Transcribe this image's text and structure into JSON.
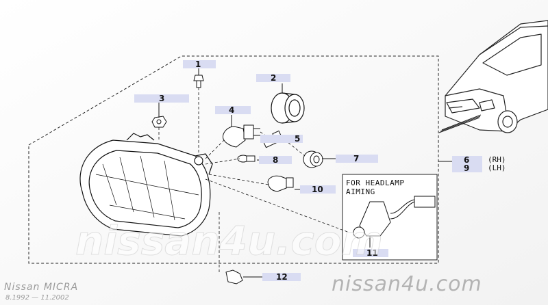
{
  "parts": {
    "p1": "1",
    "p2": "2",
    "p3": "3",
    "p4": "4",
    "p5": "5",
    "p6": "6",
    "p7": "7",
    "p8": "8",
    "p9": "9",
    "p10": "10",
    "p11": "11",
    "p12": "12"
  },
  "side": {
    "rh": "(RH)",
    "lh": "(LH)"
  },
  "aiming": {
    "line1": "FOR HEADLAMP",
    "line2": "AIMING"
  },
  "footer": {
    "model": "Nissan MICRA",
    "dates": "8.1992 — 11.2002",
    "site": "nissan4u.com"
  },
  "watermark": "nissan4u.com",
  "colors": {
    "callout": "#d9dcf2",
    "line": "#111111",
    "brand_gray": "#9a9a9a"
  }
}
